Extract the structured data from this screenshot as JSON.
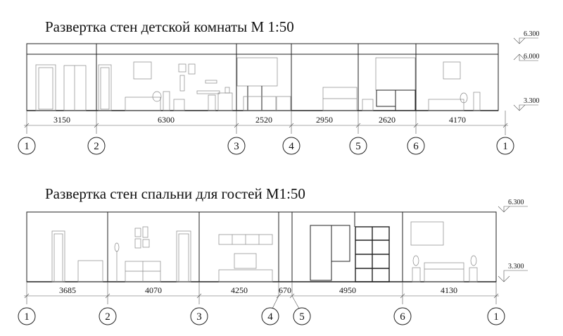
{
  "drawings": [
    {
      "title": "Развертка стен детской комнаты М 1:50",
      "dimensions": [
        "3150",
        "6300",
        "2520",
        "2950",
        "2620",
        "4170"
      ],
      "axes": [
        "1",
        "2",
        "3",
        "4",
        "5",
        "6",
        "1"
      ],
      "levels": [
        "6.300",
        "6.000",
        "3.300"
      ]
    },
    {
      "title": "Развертка стен спальни для гостей М1:50",
      "dimensions": [
        "3685",
        "4070",
        "4250",
        "670",
        "4950",
        "4130"
      ],
      "axes": [
        "1",
        "2",
        "3",
        "4",
        "5",
        "6",
        "1"
      ],
      "levels": [
        "6.300",
        "3.300"
      ]
    }
  ]
}
